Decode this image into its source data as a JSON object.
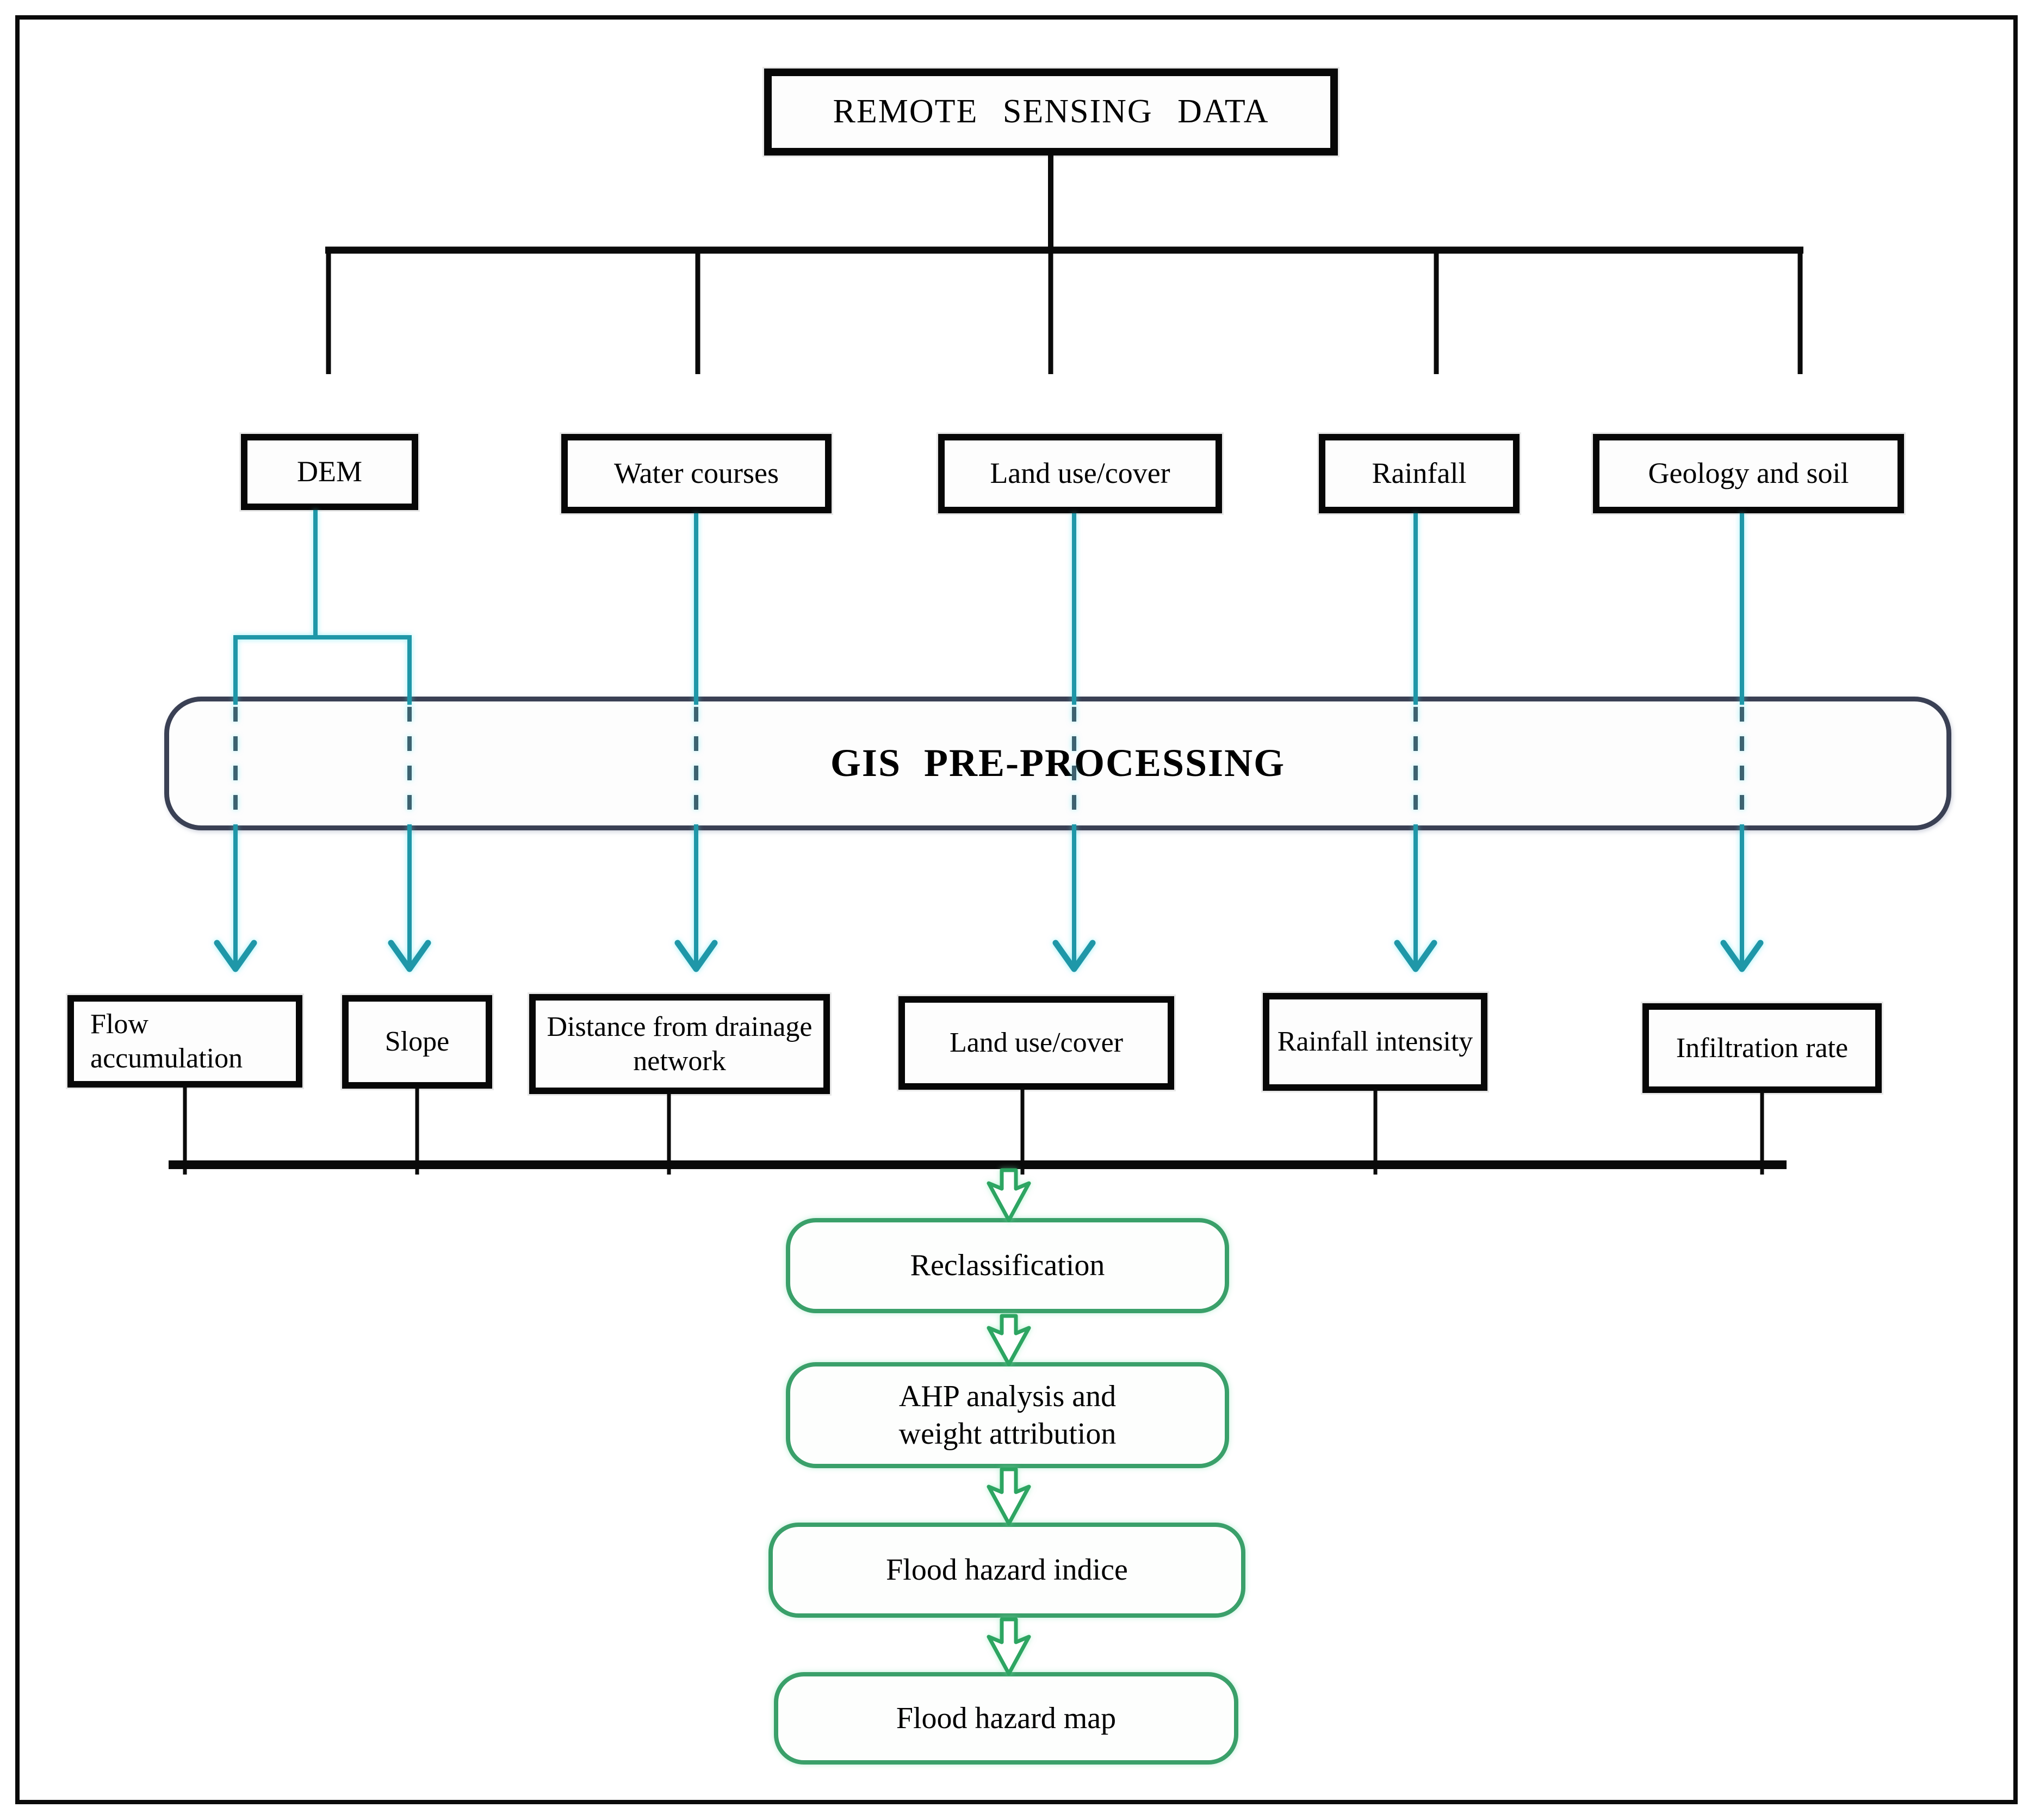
{
  "colors": {
    "teal": "#1f97a8",
    "teal_dash": "#3d6270",
    "gis_border": "#3a4054",
    "green": "#3aa06a",
    "green_arrow": "#2da562"
  },
  "nodes": {
    "remote_sensing": "REMOTE SENSING DATA",
    "gis_preprocessing": "GIS PRE-PROCESSING",
    "row1": [
      "DEM",
      "Water courses",
      "Land use/cover",
      "Rainfall",
      "Geology and soil"
    ],
    "row2": [
      "Flow accumulation",
      "Slope",
      "Distance from drainage network",
      "Land use/cover",
      "Rainfall intensity",
      "Infiltration rate"
    ],
    "chain": [
      "Reclassification",
      "AHP analysis and weight attribution",
      "Flood hazard indice",
      "Flood hazard map"
    ]
  }
}
